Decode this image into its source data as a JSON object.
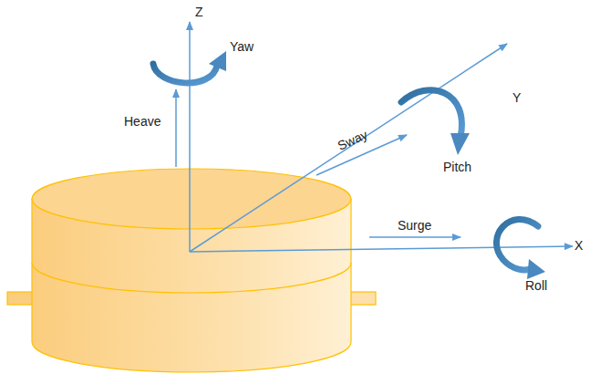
{
  "diagram": {
    "labels": [
      "Z",
      "Yaw",
      "Heave",
      "Y",
      "Sway",
      "Pitch",
      "Surge",
      "X",
      "Roll"
    ]
  }
}
